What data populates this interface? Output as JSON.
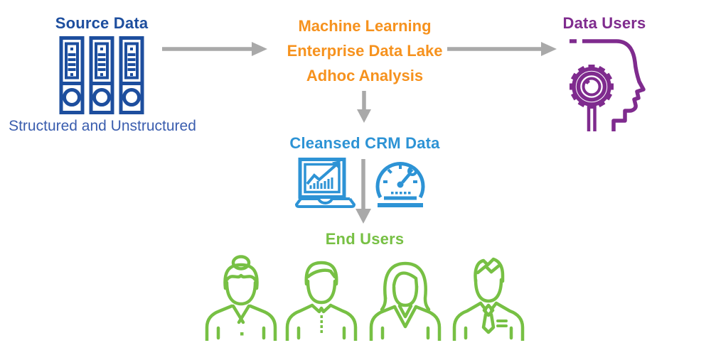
{
  "colors": {
    "navy": "#1d4e9e",
    "slate_blue": "#3a5dae",
    "orange": "#f6921e",
    "purple": "#7f2b8e",
    "sky_blue": "#2d93d5",
    "green": "#77c044",
    "arrow_gray": "#a9a9a9",
    "background": "#ffffff"
  },
  "nodes": {
    "source_data": {
      "title": "Source Data",
      "caption": "Structured and Unstructured",
      "icon": "binders-icon"
    },
    "processing": {
      "lines": [
        "Machine Learning",
        "Enterprise Data Lake",
        "Adhoc Analysis"
      ]
    },
    "data_users": {
      "title": "Data Users",
      "icon": "head-gear-magnifier-icon"
    },
    "cleansed_crm": {
      "title": "Cleansed CRM Data",
      "icons": [
        "laptop-analytics-icon",
        "speedometer-icon"
      ]
    },
    "end_users": {
      "title": "End Users",
      "icons": [
        "person-woman-bun-icon",
        "person-man-shirt-icon",
        "person-woman-bob-icon",
        "person-man-tie-icon"
      ]
    }
  },
  "connectors": [
    "source-to-processing-arrow",
    "processing-to-data-users-arrow",
    "processing-to-cleansed-arrow",
    "cleansed-to-end-users-arrow"
  ]
}
